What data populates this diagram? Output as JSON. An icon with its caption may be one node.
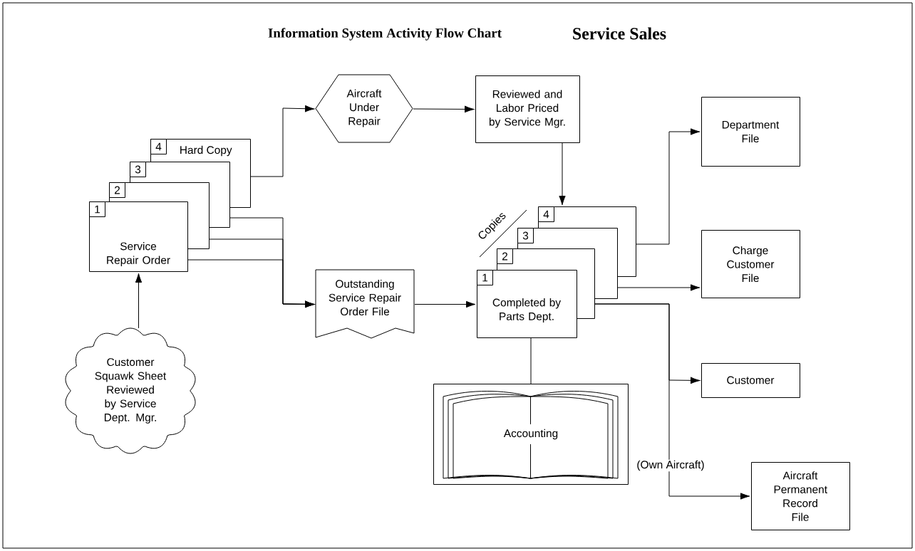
{
  "diagram": {
    "title": "Information System Activity Flow Chart",
    "nodes": [
      {
        "text": [
          "4",
          "Hard Copy"
        ]
      },
      {
        "text": [
          "3"
        ]
      },
      {
        "text": [
          "2"
        ]
      },
      {
        "text": [
          "1",
          "Service Repair Order"
        ]
      },
      {
        "text": [
          "Customer Squawk Sheet Reviewed by Service Dept. Mgr."
        ]
      },
      {
        "text": [
          "Aircraft Under Repair"
        ]
      },
      {
        "text": [
          "Reviewed and Labor Priced by Service Mgr."
        ]
      },
      {
        "text": [
          "Outstanding Service Repair Order File"
        ]
      },
      {
        "text": [
          "4"
        ]
      },
      {
        "text": [
          "3"
        ]
      },
      {
        "text": [
          "2"
        ]
      },
      {
        "text": [
          "1",
          "Completed by Parts Dept."
        ]
      },
      {
        "text": [
          "Department File"
        ]
      },
      {
        "text": [
          "Charge Customer File"
        ]
      },
      {
        "text": [
          "Customer"
        ]
      },
      {
        "text": [
          "Accounting"
        ]
      },
      {
        "text": [
          "Aircraft Permanent Record File"
        ]
      }
    ],
    "edges": [
      {
        "from": 4,
        "to": 3,
        "arrow": "to"
      },
      {
        "from": 0,
        "to": 5,
        "arrow": "to"
      },
      {
        "from": 5,
        "to": 6,
        "arrow": "to"
      },
      {
        "from": 6,
        "to": 8,
        "arrow": "to"
      },
      {
        "from": 1,
        "to": 7,
        "arrow": "to"
      },
      {
        "from": 2,
        "to": 7,
        "arrow": "to"
      },
      {
        "from": 3,
        "to": 7,
        "arrow": "to"
      },
      {
        "from": 7,
        "to": 11,
        "arrow": "to"
      },
      {
        "from": 8,
        "to": 12,
        "arrow": "to"
      },
      {
        "from": 9,
        "to": 13,
        "arrow": "to"
      },
      {
        "from": 10,
        "to": 14,
        "arrow": "to"
      },
      {
        "from": 10,
        "to": 16,
        "arrow": "to",
        "label": "(Own Aircraft)"
      },
      {
        "from": 11,
        "to": 15,
        "arrow": "none"
      }
    ],
    "labels": [
      "Service Sales",
      "Copies"
    ]
  }
}
